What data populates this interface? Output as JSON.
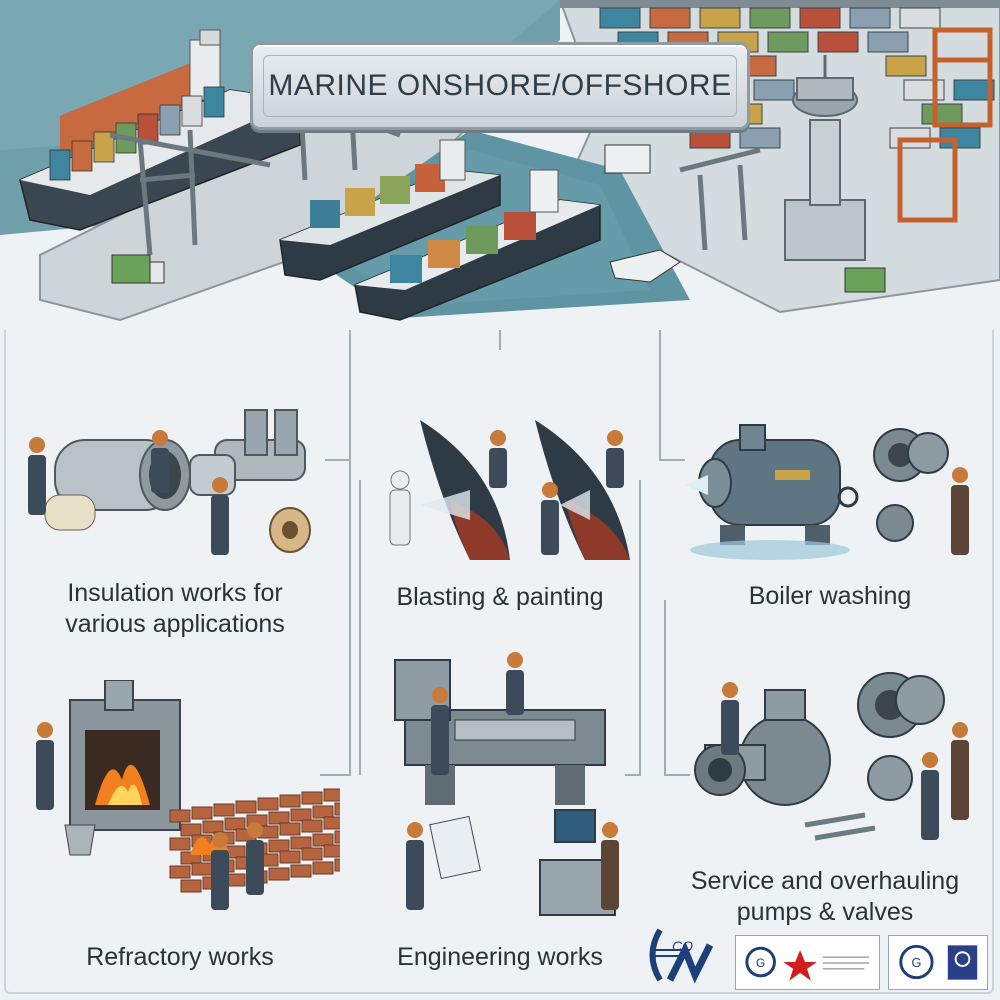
{
  "banner": {
    "title": "MARINE ONSHORE/OFFSHORE"
  },
  "services": [
    {
      "id": "insulation",
      "label_line1": "Insulation works for",
      "label_line2": "various applications"
    },
    {
      "id": "blasting",
      "label_line1": "Blasting & painting"
    },
    {
      "id": "boiler",
      "label_line1": "Boiler washing"
    },
    {
      "id": "refractory",
      "label_line1": "Refractory works"
    },
    {
      "id": "engineering",
      "label_line1": "Engineering works"
    },
    {
      "id": "pumps",
      "label_line1": "Service and overhauling",
      "label_line2": "pumps & valves"
    }
  ],
  "logos": {
    "brand_mark": "CO"
  },
  "colors": {
    "sea": "#5f95a2",
    "dock": "#cdd5d9",
    "worker_overall": "#3c4a5a",
    "hard_hat": "#c77a3a",
    "fire": "#f2801f",
    "hull_red": "#8e3a2a",
    "steel": "#9aa6ad"
  }
}
